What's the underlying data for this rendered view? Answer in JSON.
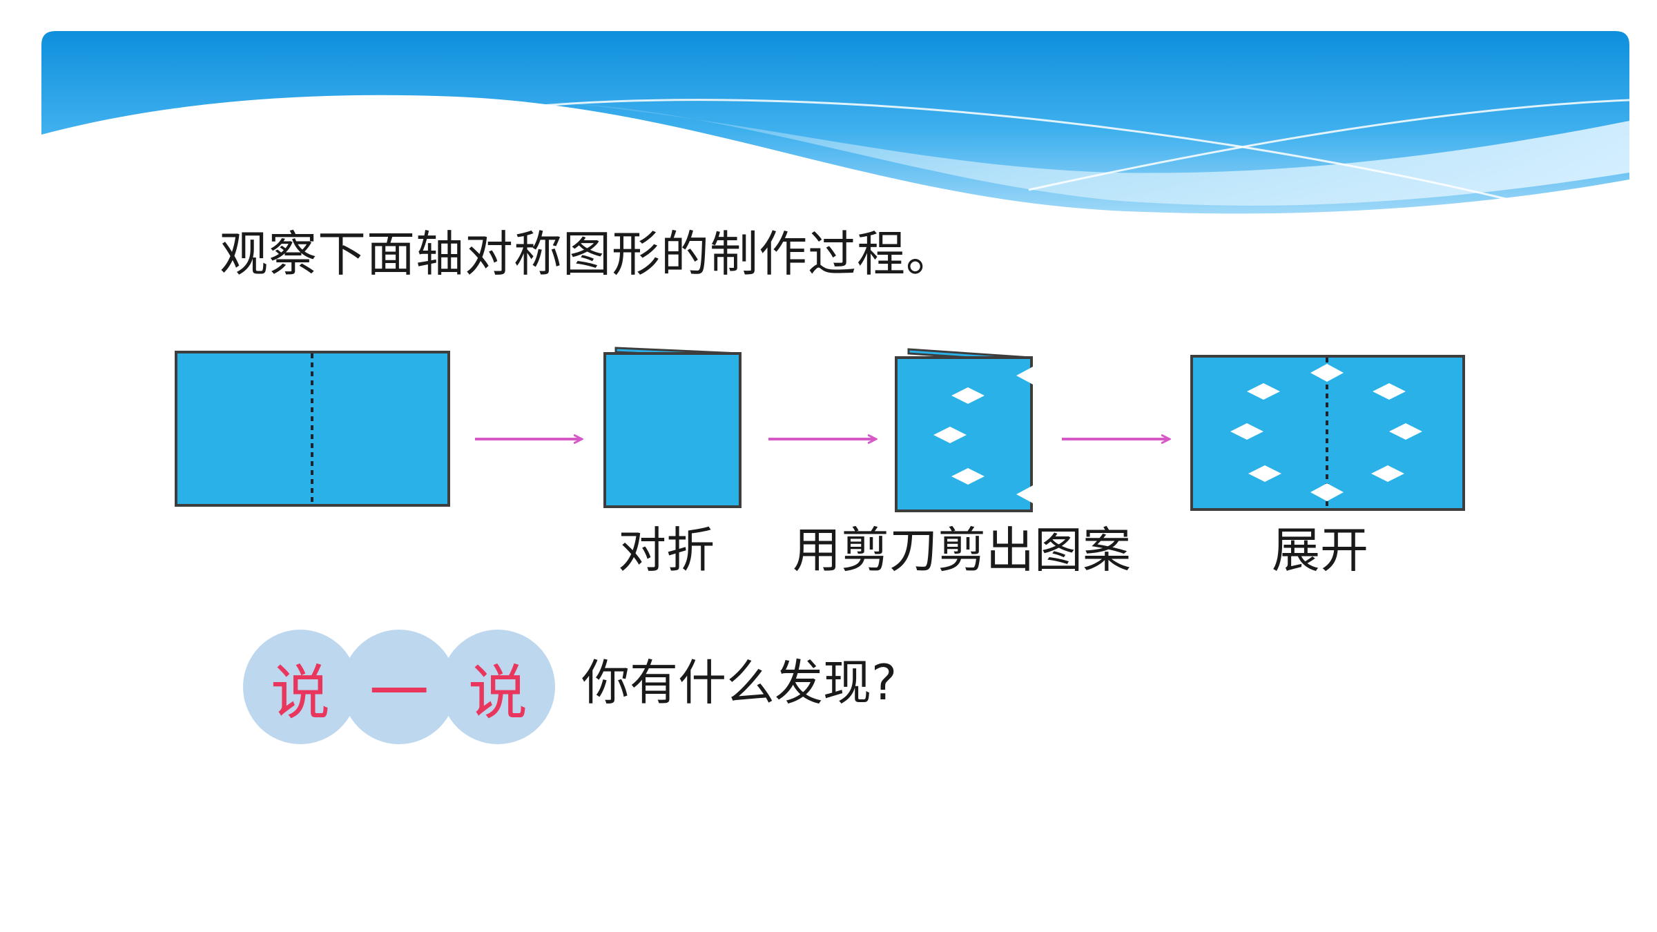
{
  "slide": {
    "heading": "观察下面轴对称图形的制作过程。",
    "steps": {
      "fold": "对折",
      "cut": "用剪刀剪出图案",
      "unfold": "展开"
    },
    "talk": {
      "chars": [
        "说",
        "一",
        "说"
      ],
      "question": "你有什么发现?"
    }
  },
  "colors": {
    "paper": "#29b1e8",
    "paper_border": "#3d3d3d",
    "arrow": "#d657c6",
    "banner_top": "#1296df",
    "bubble": "#bdd7ee",
    "talk_text": "#e8365d"
  },
  "icons": {
    "arrow": "arrow-right-icon",
    "paper": "blue-paper-rectangle",
    "cut_shape": "diamond-cutout"
  }
}
